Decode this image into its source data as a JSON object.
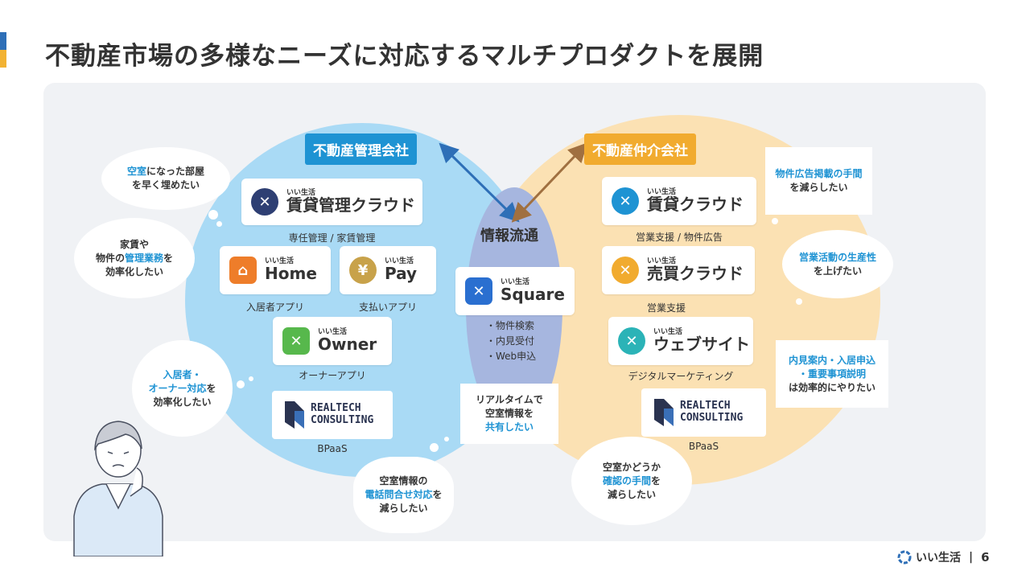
{
  "title": "不動産市場の多様なニーズに対応するマルチプロダクトを展開",
  "categories": {
    "left": "不動産管理会社",
    "right": "不動産仲介会社"
  },
  "center": {
    "label": "情報流通",
    "product": {
      "brand": "いい生活",
      "name": "Square"
    },
    "features": [
      "物件検索",
      "内見受付",
      "Web申込"
    ]
  },
  "left_products": [
    {
      "brand": "いい生活",
      "name": "賃貸管理クラウド",
      "caption": "専任管理 / 家賃管理"
    },
    {
      "brand": "いい生活",
      "name": "Home",
      "caption": "入居者アプリ"
    },
    {
      "brand": "いい生活",
      "name": "Pay",
      "caption": "支払いアプリ"
    },
    {
      "brand": "いい生活",
      "name": "Owner",
      "caption": "オーナーアプリ"
    }
  ],
  "right_products": [
    {
      "brand": "いい生活",
      "name": "賃貸クラウド",
      "caption": "営業支援 / 物件広告"
    },
    {
      "brand": "いい生活",
      "name": "売買クラウド",
      "caption": "営業支援"
    },
    {
      "brand": "いい生活",
      "name": "ウェブサイト",
      "caption": "デジタルマーケティング"
    }
  ],
  "realtech": {
    "line1": "REALTECH",
    "line2": "CONSULTING",
    "caption": "BPaaS"
  },
  "needs": {
    "vacancy": {
      "hl": "空室",
      "rest1": "になった部屋",
      "rest2": "を早く埋めたい"
    },
    "admin": {
      "l1": "家賃や",
      "l2a": "物件の",
      "l2hl": "管理業務",
      "l2b": "を",
      "l3": "効率化したい"
    },
    "tenant": {
      "hl1": "入居者・",
      "hl2": "オーナー対応",
      "rest2": "を",
      "l3": "効率化したい"
    },
    "phone": {
      "l1": "空室情報の",
      "hl": "電話問合せ対応",
      "rest": "を",
      "l3": "減らしたい"
    },
    "realtime": {
      "l1": "リアルタイムで",
      "l2": "空室情報を",
      "hl": "共有したい"
    },
    "confirm": {
      "l1": "空室かどうか",
      "hl": "確認の手間",
      "rest": "を",
      "l3": "減らしたい"
    },
    "ads": {
      "hl": "物件広告掲載の手間",
      "l2": "を減らしたい"
    },
    "productivity": {
      "hl": "営業活動の生産性",
      "l2": "を上げたい"
    },
    "viewing": {
      "hl1": "内見案内・入居申込",
      "hl2": "・重要事項説明",
      "l3": "は効率的にやりたい"
    }
  },
  "footer": {
    "brand": "いい生活",
    "page": "6"
  },
  "colors": {
    "blue": "#1e93d3",
    "orange": "#f1ab2f",
    "left_circle": "#a9daf5",
    "right_circle": "#fbe1b3",
    "overlap": "#a6b6df"
  }
}
